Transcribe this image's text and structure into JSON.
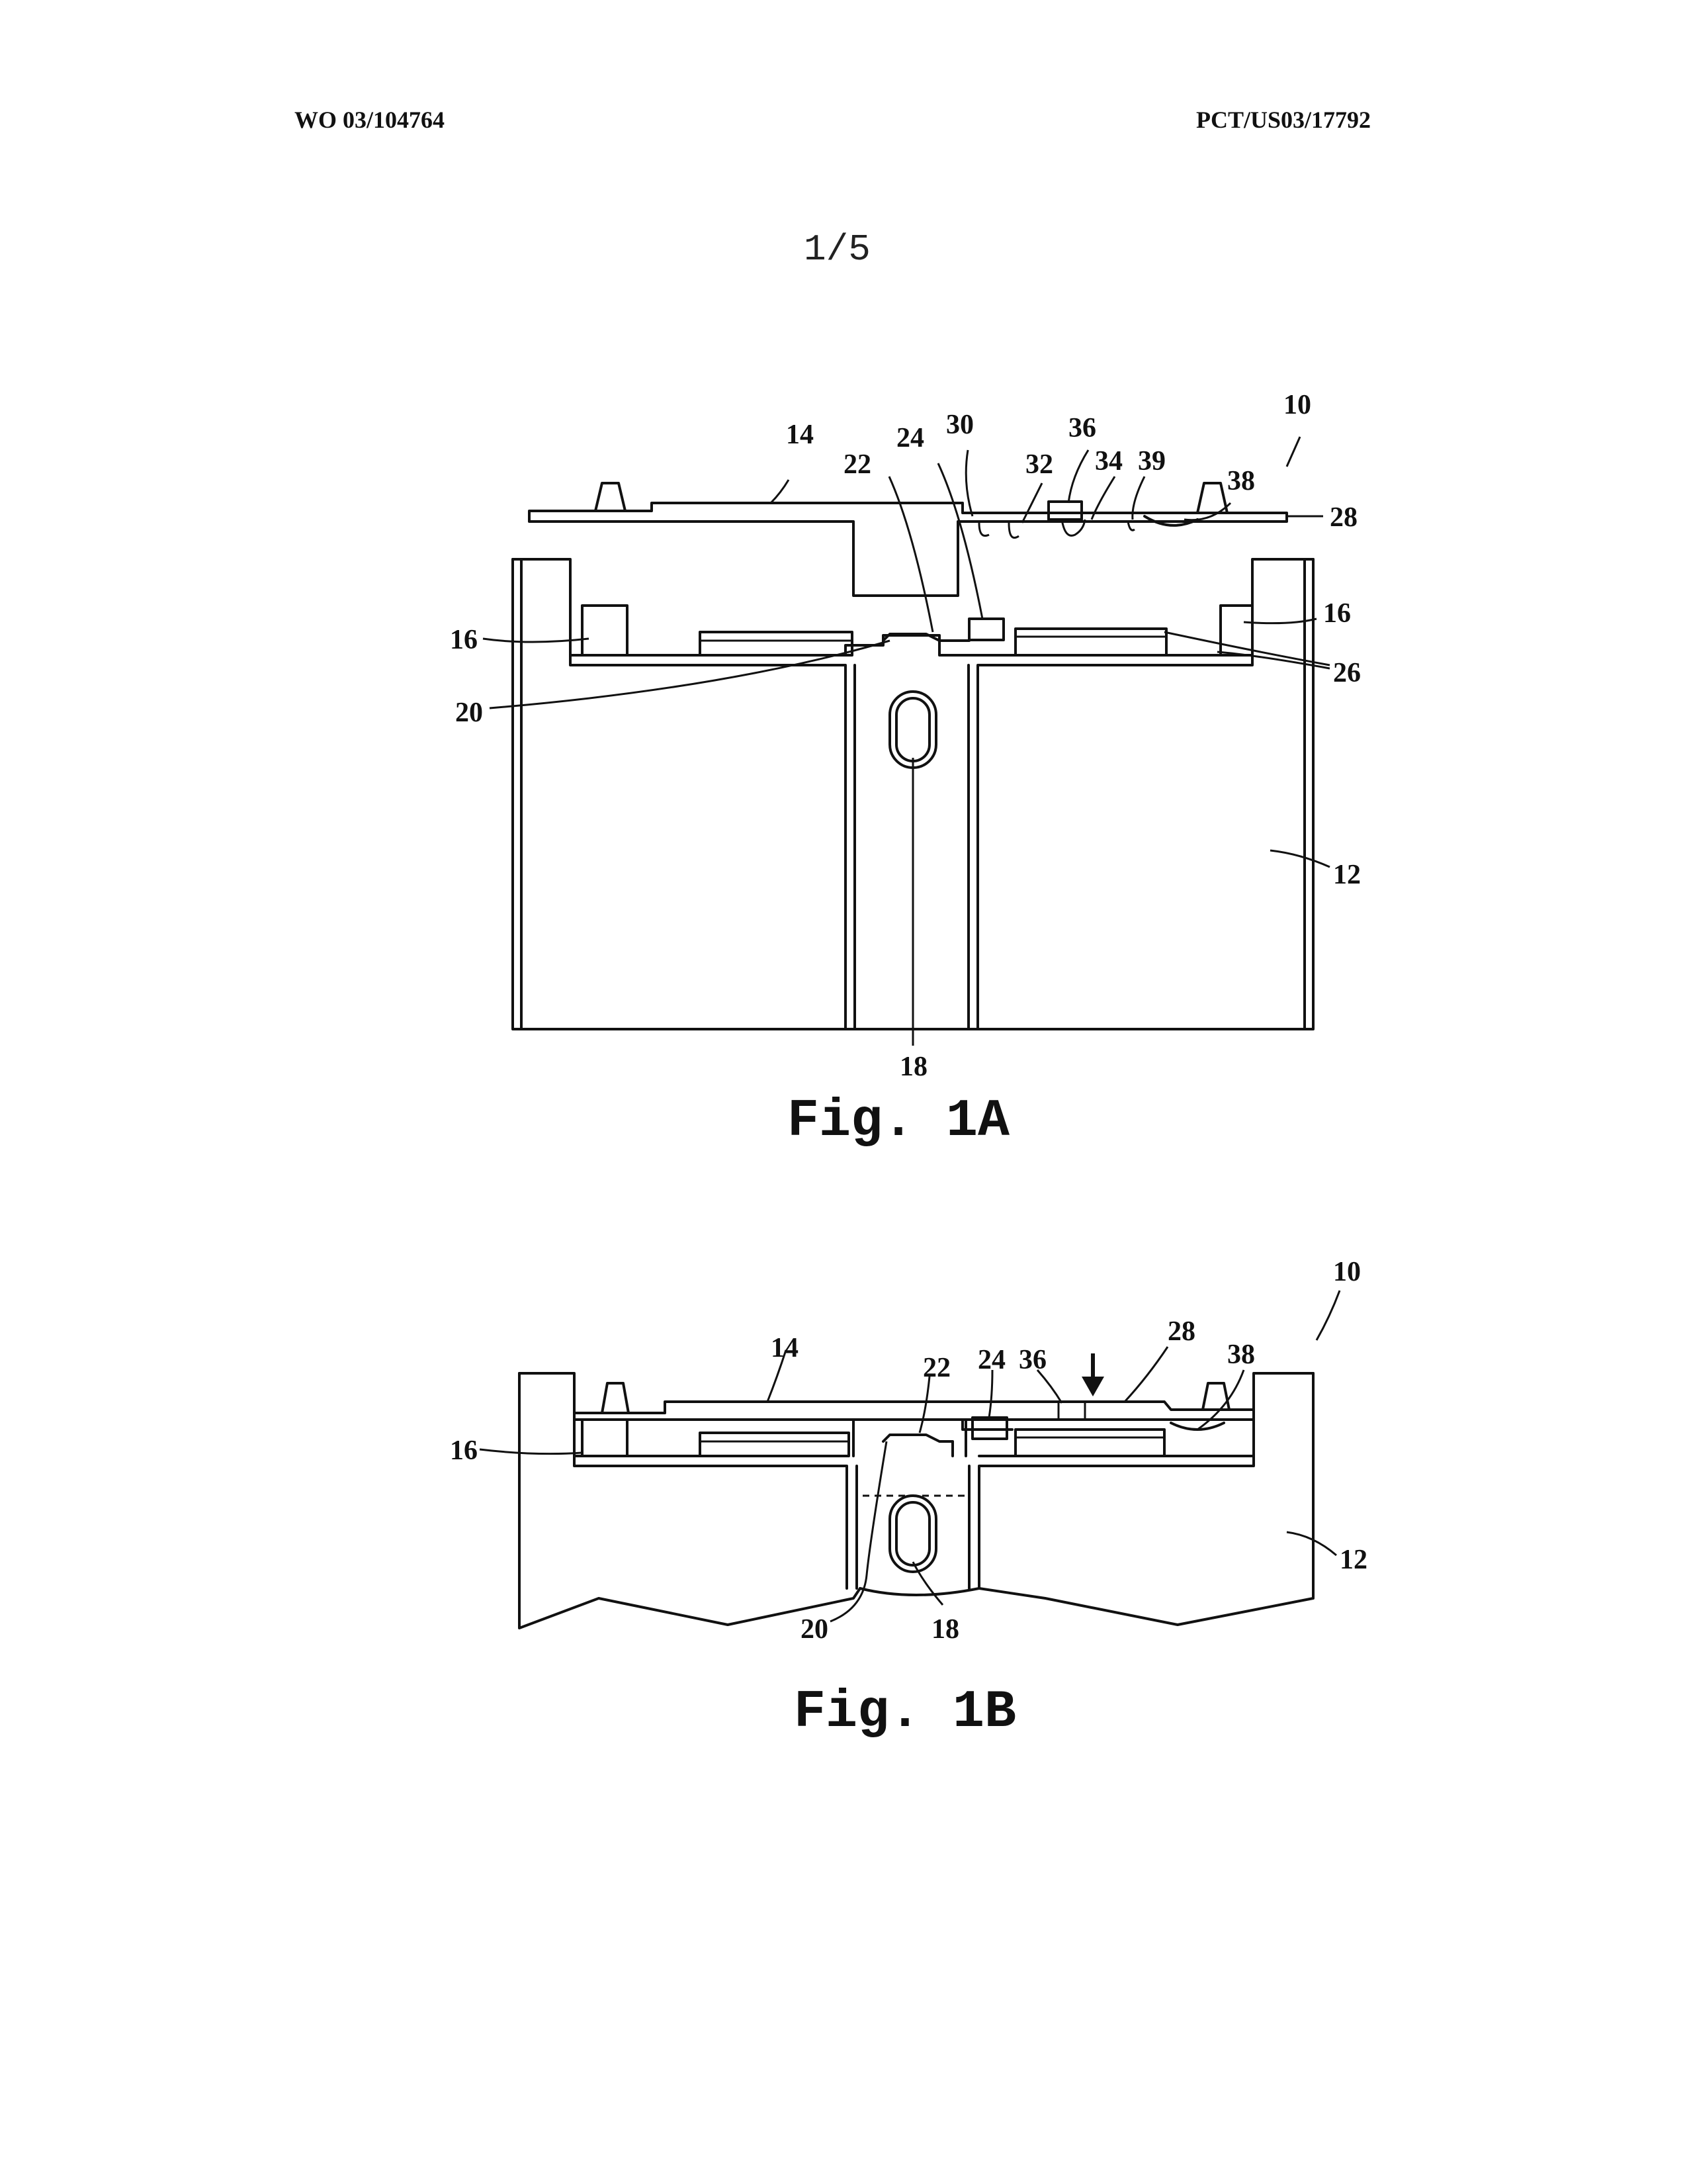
{
  "header": {
    "left": "WO 03/104764",
    "right": "PCT/US03/17792"
  },
  "page_number": "1/5",
  "fig1a": {
    "caption": "Fig. 1A",
    "labels": {
      "l10": "10",
      "l14": "14",
      "l22": "22",
      "l24": "24",
      "l30": "30",
      "l32": "32",
      "l36": "36",
      "l34": "34",
      "l39": "39",
      "l38": "38",
      "l28": "28",
      "l16a": "16",
      "l16b": "16",
      "l26": "26",
      "l20": "20",
      "l12": "12",
      "l18": "18"
    }
  },
  "fig1b": {
    "caption": "Fig. 1B",
    "labels": {
      "l10": "10",
      "l14": "14",
      "l22": "22",
      "l24": "24",
      "l36": "36",
      "l28": "28",
      "l38": "38",
      "l16": "16",
      "l12": "12",
      "l20": "20",
      "l18": "18"
    }
  }
}
